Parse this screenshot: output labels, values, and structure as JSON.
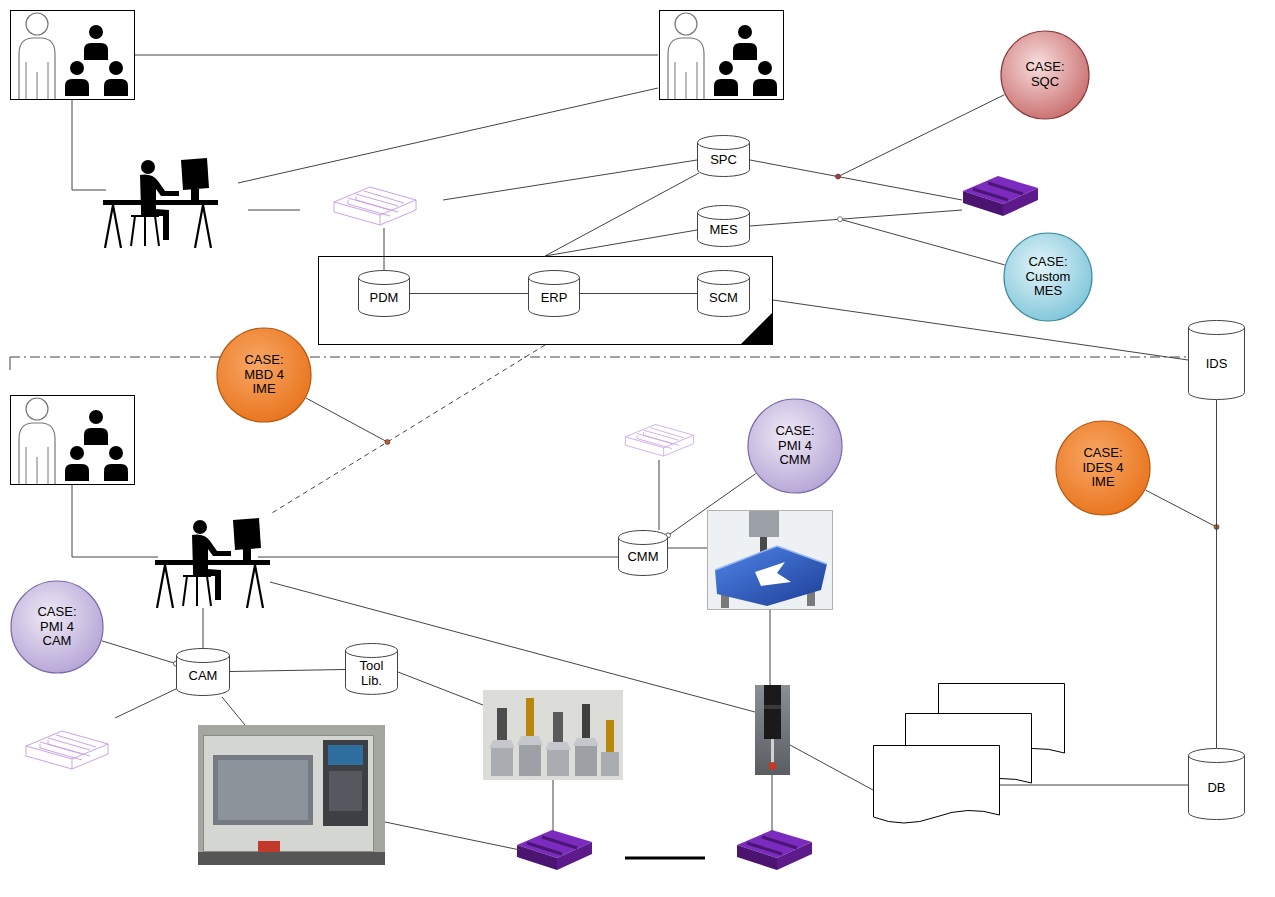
{
  "diagram": {
    "nodes": [
      {
        "text": [
          "CASE: SQC"
        ]
      },
      {
        "text": [
          "SPC"
        ]
      },
      {
        "text": [
          "MES"
        ]
      },
      {
        "text": [
          "CASE: Custom MES"
        ]
      },
      {
        "text": [
          "PDM"
        ]
      },
      {
        "text": [
          "ERP"
        ]
      },
      {
        "text": [
          "SCM"
        ]
      },
      {
        "text": [
          "IDS"
        ]
      },
      {
        "text": [
          "CASE: MBD 4 IME"
        ]
      },
      {
        "text": [
          "CASE: PMI 4 CMM"
        ]
      },
      {
        "text": [
          "CASE: IDES 4 IME"
        ]
      },
      {
        "text": [
          "CMM"
        ]
      },
      {
        "text": [
          "CASE: PMI 4 CAM"
        ]
      },
      {
        "text": [
          "CAM"
        ]
      },
      {
        "text": [
          "Tool Lib."
        ]
      },
      {
        "text": [
          "DB"
        ]
      }
    ],
    "edges": [
      {
        "from": 4,
        "to": 5,
        "arrow": "none"
      },
      {
        "from": 5,
        "to": 6,
        "arrow": "none"
      },
      {
        "from": 7,
        "to": 15,
        "arrow": "none"
      },
      {
        "from": 13,
        "to": 14,
        "arrow": "none"
      },
      {
        "from": 12,
        "to": 13,
        "arrow": "none"
      },
      {
        "from": 9,
        "to": 11,
        "arrow": "none"
      }
    ]
  }
}
